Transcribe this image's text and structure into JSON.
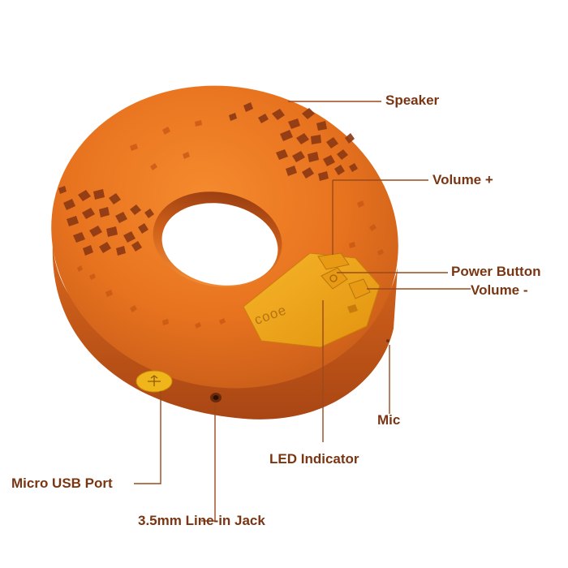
{
  "product": {
    "brand_mark": "cooe",
    "colors": {
      "body": "#e8731f",
      "body_dark": "#b9501a",
      "hole_shadow": "#9c3f12",
      "button_panel": "#f1a81d",
      "grille": "#8e3a14",
      "label": "#7a3512"
    },
    "icons": {
      "usb_port": "usb-icon",
      "power_button": "power-icon",
      "volume_up": "plus-icon",
      "volume_down": "minus-icon"
    }
  },
  "callouts": {
    "speaker": "Speaker",
    "volume_up": "Volume +",
    "power_button": "Power Button",
    "volume_down": "Volume -",
    "mic": "Mic",
    "led_indicator": "LED Indicator",
    "micro_usb": "Micro USB Port",
    "line_in": "3.5mm Line-in Jack"
  }
}
